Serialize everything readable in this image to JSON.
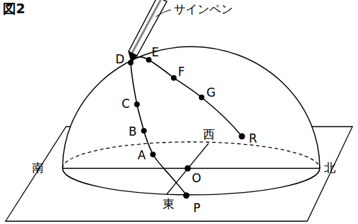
{
  "diagram": {
    "title": "図2",
    "labels": [
      "サインペン",
      "D",
      "E",
      "F",
      "G",
      "C",
      "B",
      "A",
      "西",
      "R",
      "南",
      "O",
      "北",
      "東",
      "P"
    ]
  }
}
